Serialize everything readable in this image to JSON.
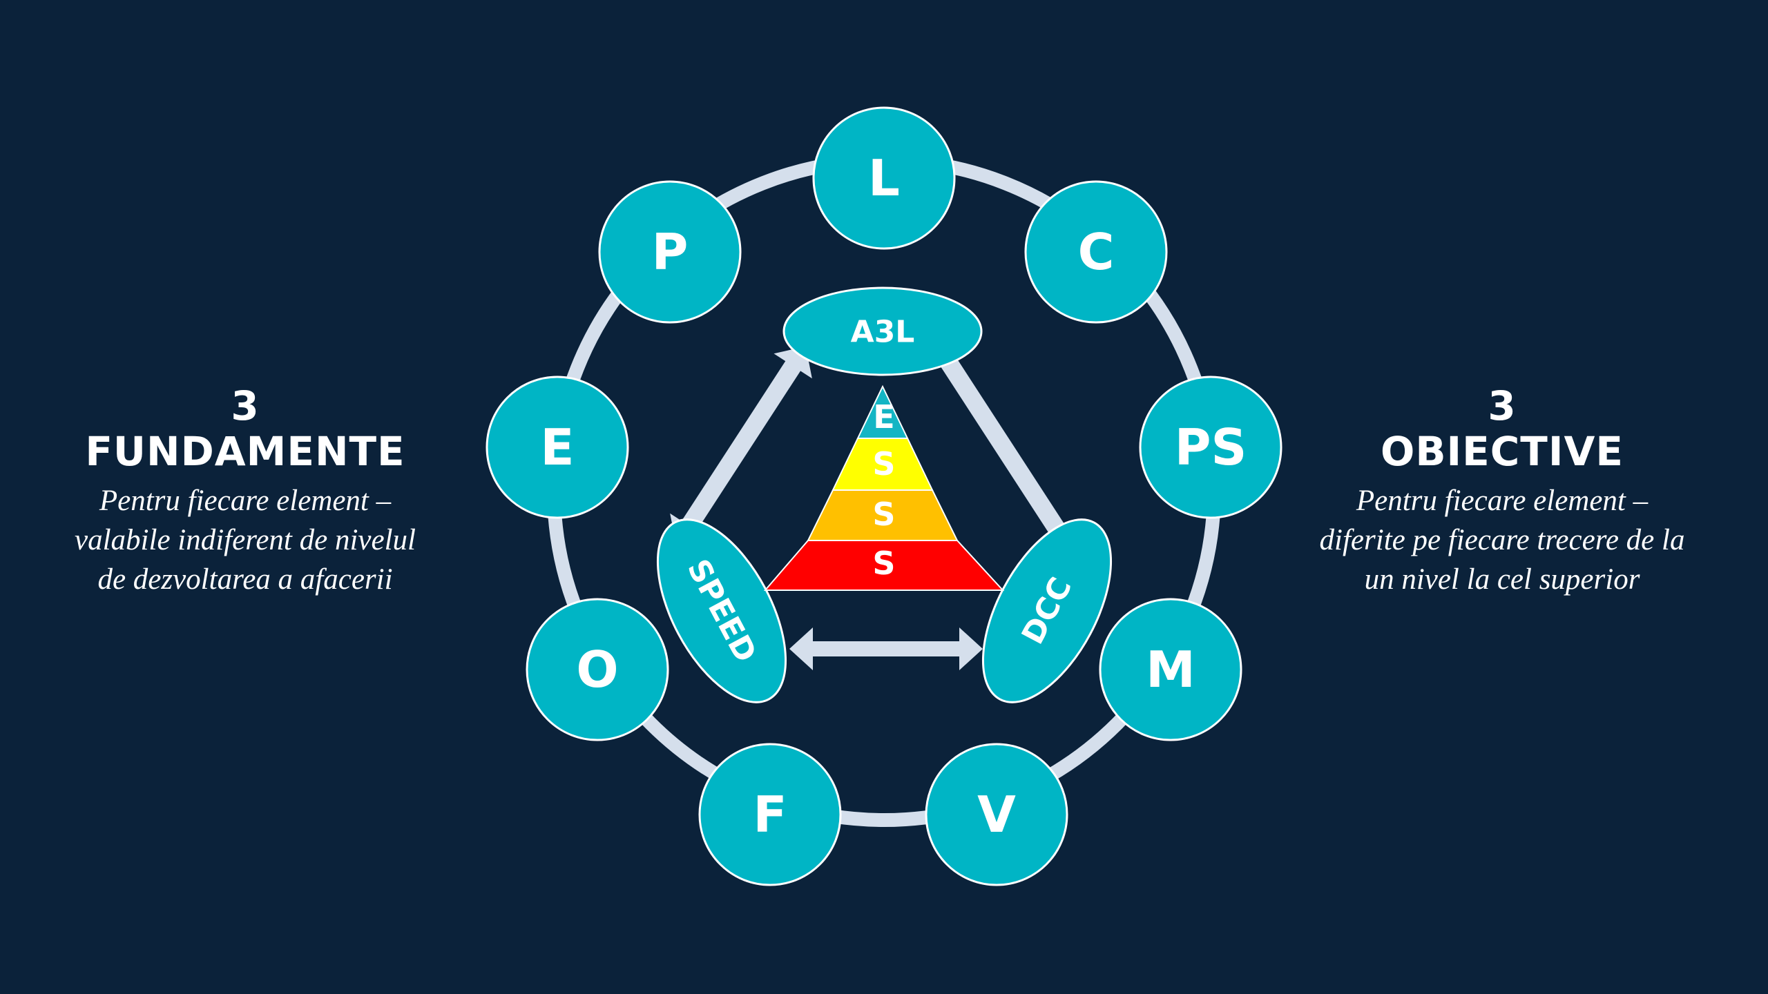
{
  "ring_nodes": [
    {
      "label": "L"
    },
    {
      "label": "C"
    },
    {
      "label": "PS"
    },
    {
      "label": "M"
    },
    {
      "label": "V"
    },
    {
      "label": "F"
    },
    {
      "label": "O"
    },
    {
      "label": "E"
    },
    {
      "label": "P"
    }
  ],
  "triangle_nodes": {
    "top": "A3L",
    "left": "SPEED",
    "right": "DCC"
  },
  "pyramid": [
    {
      "label": "E",
      "color": "#14b5c4"
    },
    {
      "label": "S",
      "color": "#ffff00"
    },
    {
      "label": "S",
      "color": "#ffc000"
    },
    {
      "label": "S",
      "color": "#ff0000"
    }
  ],
  "left_panel": {
    "number": "3",
    "title": "FUNDAMENTE",
    "description": [
      "Pentru fiecare element –",
      "valabile indiferent de nivelul",
      "de dezvoltarea a afacerii"
    ]
  },
  "right_panel": {
    "number": "3",
    "title": "OBIECTIVE",
    "description": [
      "Pentru fiecare element –",
      "diferite pe fiecare trecere de la",
      "un nivel la cel superior"
    ]
  },
  "colors": {
    "background": "#0b223a",
    "node_fill": "#00b5c5",
    "ring": "#d5dfec",
    "arrow": "#d5dfec",
    "text": "#ffffff"
  }
}
